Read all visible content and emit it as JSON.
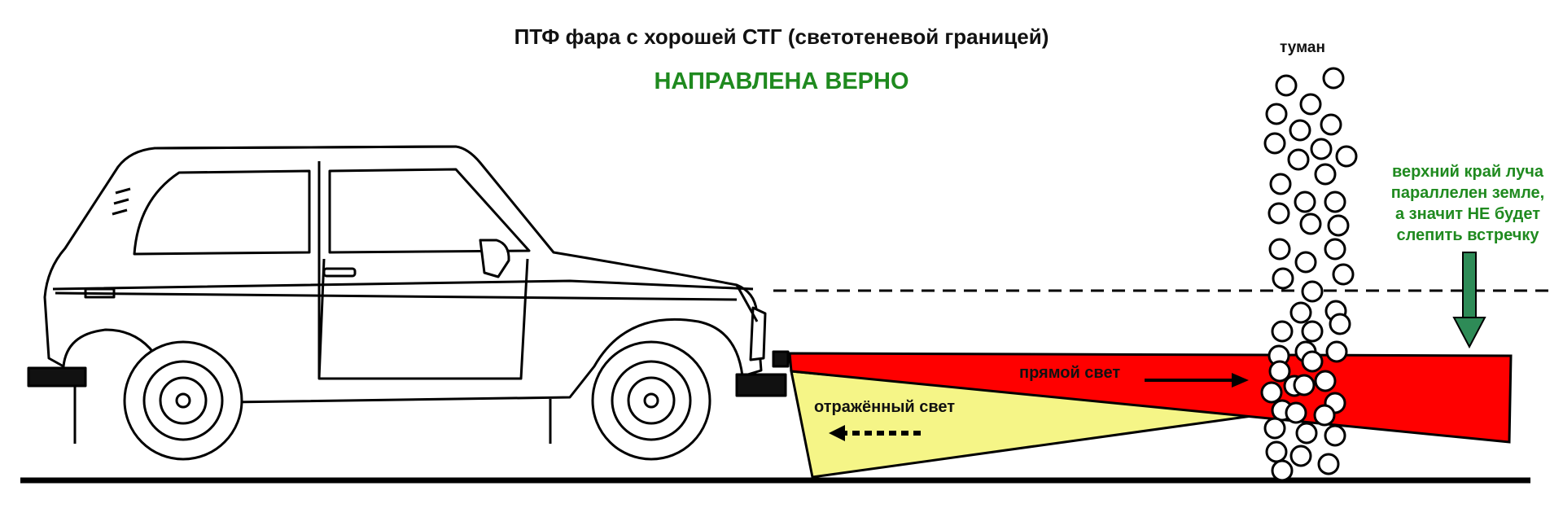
{
  "title": "ПТФ фара с хорошей СТГ (светотеневой границей)",
  "subtitle": "НАПРАВЛЕНА ВЕРНО",
  "labels": {
    "fog": "туман",
    "direct_light": "прямой свет",
    "reflected_light": "отражённый свет"
  },
  "note_lines": [
    "верхний край луча",
    "параллелен земле,",
    "а значит НЕ будет",
    "слепить встречку"
  ],
  "colors": {
    "direct_beam": "#ff0000",
    "reflected_beam": "#f5f587",
    "accent_green": "#1f8a1f",
    "arrow_green": "#2e8b57",
    "ground": "#000000"
  },
  "icons": [
    "car-outline",
    "fog-particles",
    "down-arrow-icon",
    "right-arrow-icon",
    "dotted-left-arrow-icon"
  ]
}
